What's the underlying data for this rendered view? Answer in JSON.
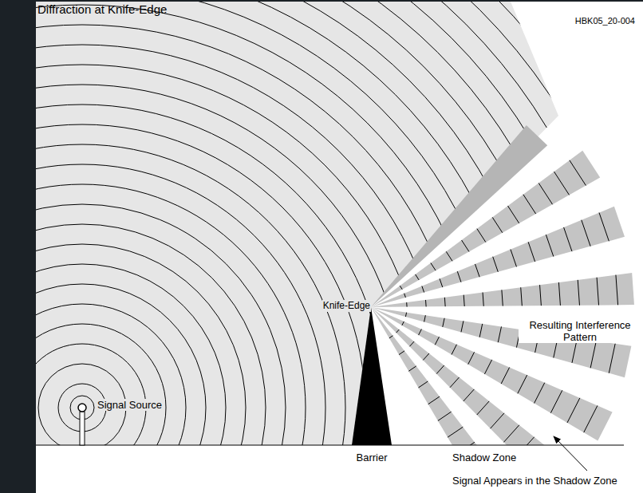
{
  "diagram": {
    "title": "Diffraction at Knife-Edge",
    "labels": [
      "HBK05_20-004",
      "Knife-Edge",
      "Signal Source",
      "Resulting Interference Pattern",
      "Barrier",
      "Shadow Zone",
      "Signal Appears in the Shadow Zone"
    ]
  }
}
